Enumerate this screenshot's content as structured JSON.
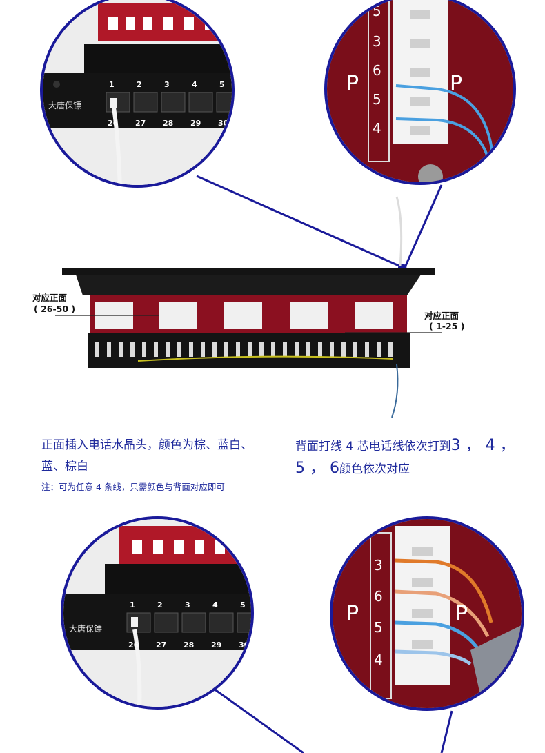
{
  "panel_front": {
    "brand": "大唐保镖",
    "port_numbers_top": [
      "1",
      "2",
      "3",
      "4",
      "5"
    ],
    "port_numbers_bottom": [
      "26",
      "27",
      "28",
      "29",
      "30"
    ]
  },
  "module_back": {
    "pins_top": [
      "5",
      "3",
      "6",
      "5",
      "4"
    ],
    "pins_bottom": [
      "3",
      "6",
      "5",
      "4"
    ],
    "side_letter": "P"
  },
  "panel_labels": {
    "left_title": "对应正面",
    "left_range": "( 26-50 )",
    "right_title": "对应正面",
    "right_range": "( 1-25 )"
  },
  "captions": {
    "left_line1": "正面插入电话水晶头，颜色为棕、蓝白、",
    "left_line2": "蓝、棕白",
    "note": "注：可为任意 4 条线，只需颜色与背面对应即可",
    "right_line1_a": "背面打线 4 芯电话线依次打到",
    "right_line1_b": "3 ， 4 ，",
    "right_line2_a": "5 ， 6",
    "right_line2_b": "颜色依次对应"
  },
  "colors": {
    "accent_blue": "#1a1a9a",
    "caption_blue": "#1f2a9c",
    "board_red": "#8b1020",
    "panel_black": "#151515"
  }
}
